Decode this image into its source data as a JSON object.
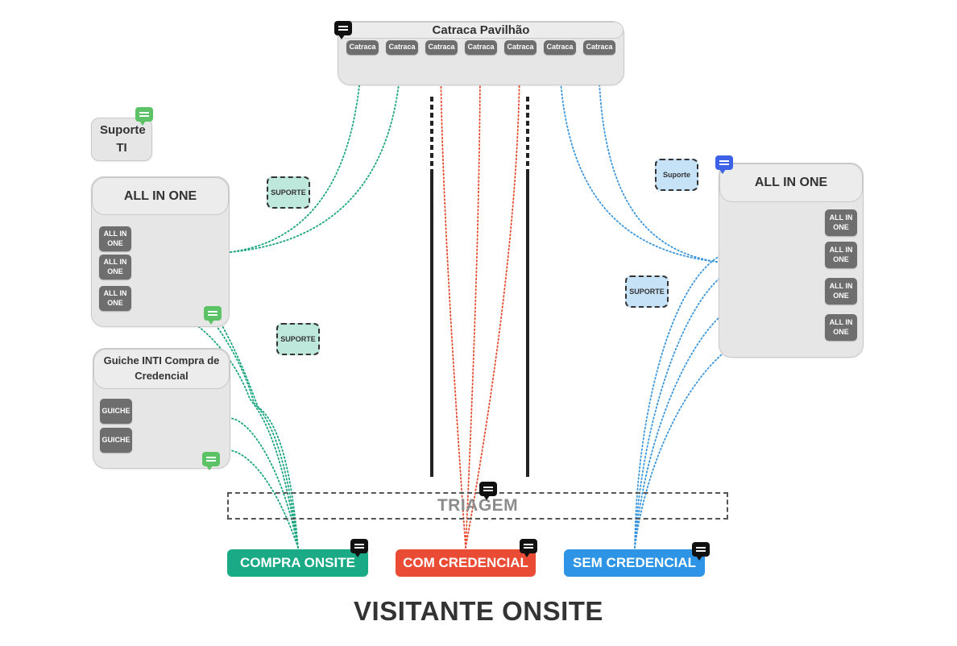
{
  "diagram": {
    "title": "VISITANTE ONSITE",
    "catraca_pavilhao": {
      "title": "Catraca Pavilhão",
      "catracas": [
        "Catraca",
        "Catraca",
        "Catraca",
        "Catraca",
        "Catraca",
        "Catraca",
        "Catraca"
      ]
    },
    "suporte_ti": {
      "label": "Suporte TI"
    },
    "left_all_in_one": {
      "title": "ALL IN ONE",
      "items": [
        "ALL IN ONE",
        "ALL IN ONE",
        "ALL IN ONE"
      ]
    },
    "guiche": {
      "title": "Guiche INTI Compra de Credencial",
      "items": [
        "GUICHE",
        "GUICHE"
      ]
    },
    "right_all_in_one": {
      "title": "ALL IN ONE",
      "items": [
        "ALL IN ONE",
        "ALL IN ONE",
        "ALL IN ONE",
        "ALL IN ONE"
      ]
    },
    "suportes": [
      {
        "label": "SUPORTE",
        "color": "#bfe8dc"
      },
      {
        "label": "SUPORTE",
        "color": "#bfe8dc"
      },
      {
        "label": "Suporte",
        "color": "#c6e2f7"
      },
      {
        "label": "SUPORTE",
        "color": "#c6e2f7"
      }
    ],
    "triagem": {
      "label": "TRIAGEM"
    },
    "sources": [
      {
        "label": "COMPRA ONSITE",
        "color": "#1aaa86"
      },
      {
        "label": "COM CREDENCIAL",
        "color": "#ea4b35"
      },
      {
        "label": "SEM CREDENCIAL",
        "color": "#2d94e6"
      }
    ],
    "colors": {
      "green_flow": "#1aa57f",
      "red_flow": "#e64a2e",
      "blue_flow": "#3a96dc",
      "comment_green": "#5bc266",
      "comment_blue": "#3d62e8",
      "comment_black": "#111111"
    }
  }
}
